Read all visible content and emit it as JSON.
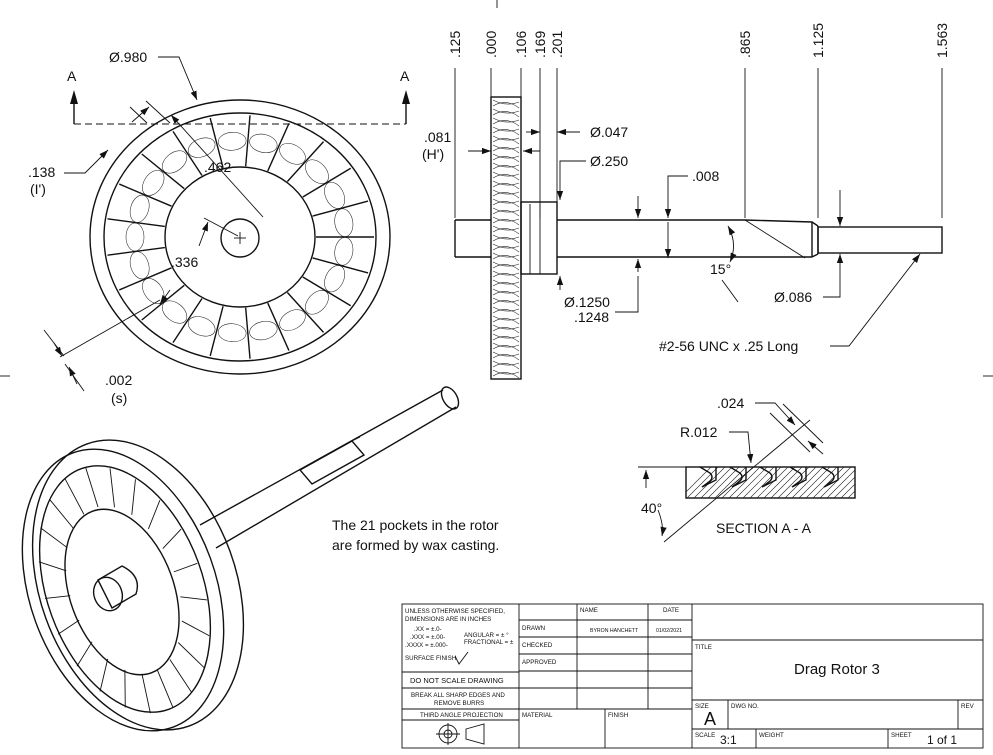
{
  "front_view": {
    "section_marker_left": "A",
    "section_marker_right": "A",
    "dia_label": "Ø.980",
    "pocket_depth_label": ".138",
    "pocket_depth_sub": "(I')",
    "radius_462": ".462",
    "radius_336": ".336",
    "gap_label": ".002",
    "gap_sub": "(s)"
  },
  "side_view": {
    "top_dims": [
      ".125",
      ".000",
      ".106",
      ".169",
      ".201",
      ".865",
      "1.125",
      "1.563"
    ],
    "h_label": ".081",
    "h_sub": "(H')",
    "dia_047": "Ø.047",
    "dia_250": "Ø.250",
    "dim_008": ".008",
    "angle_15": "15°",
    "shaft_dia_top": "Ø.1250",
    "shaft_dia_bottom": ".1248",
    "dia_086": "Ø.086",
    "thread_note": "#2-56 UNC x .25 Long"
  },
  "section": {
    "dim_024": ".024",
    "radius_012": "R.012",
    "angle_40": "40°",
    "title": "SECTION A - A"
  },
  "note": {
    "line1": "The 21 pockets in the rotor",
    "line2": "are formed by wax casting."
  },
  "title_block": {
    "spec_line1": "UNLESS OTHERWISE SPECIFIED,",
    "spec_line2": "DIMENSIONS ARE IN INCHES",
    "tol_xx": ".XX = ±.0-",
    "tol_xxx": ".XXX = ±.00-",
    "tol_xxxx": ".XXXX = ±.000-",
    "tol_angular": "ANGULAR = ± °",
    "tol_fractional": "FRACTIONAL = ±",
    "surface_finish": "SURFACE FINISH",
    "do_not_scale": "DO NOT SCALE DRAWING",
    "break_edges_1": "BREAK ALL SHARP EDGES AND",
    "break_edges_2": "REMOVE BURRS",
    "third_angle": "THIRD ANGLE PROJECTION",
    "col_name": "NAME",
    "col_date": "DATE",
    "row_drawn": "DRAWN",
    "row_checked": "CHECKED",
    "row_approved": "APPROVED",
    "drawn_name": "BYRON HANCHETT",
    "drawn_date": "01/02/2021",
    "material": "MATERIAL",
    "finish": "FINISH",
    "title_label": "TITLE",
    "title": "Drag Rotor 3",
    "size_label": "SIZE",
    "size": "A",
    "dwg_no_label": "DWG NO.",
    "rev_label": "REV",
    "scale_label": "SCALE",
    "scale": "3:1",
    "weight_label": "WEIGHT",
    "sheet_label": "SHEET",
    "sheet": "1 of 1"
  }
}
